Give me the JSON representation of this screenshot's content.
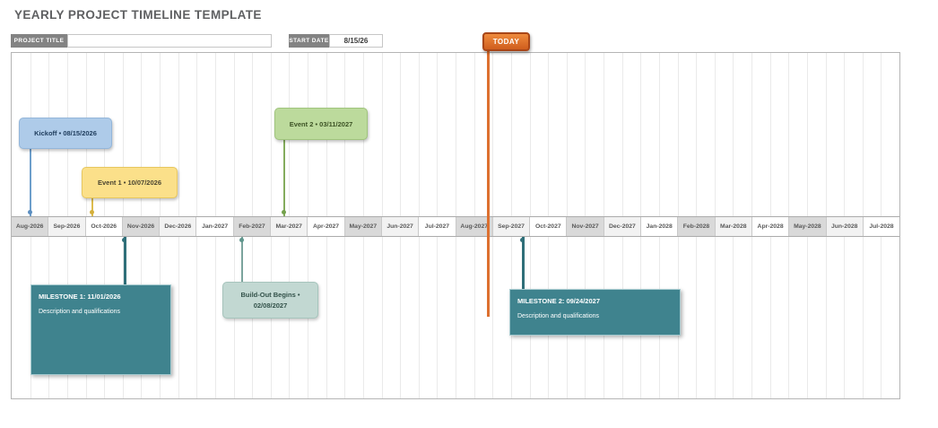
{
  "page": {
    "title": "YEARLY PROJECT TIMELINE TEMPLATE"
  },
  "form": {
    "project_title_label": "PROJECT TITLE",
    "project_title_value": "",
    "start_date_label": "START DATE",
    "start_date_value": "8/15/26"
  },
  "today": {
    "label": "TODAY",
    "badge_color": "#D86423",
    "line_color": "#DD7030"
  },
  "chart_data": {
    "type": "timeline",
    "title": "Yearly project timeline",
    "axis_months": [
      "Aug-2026",
      "Sep-2026",
      "Oct-2026",
      "Nov-2026",
      "Dec-2026",
      "Jan-2027",
      "Feb-2027",
      "Mar-2027",
      "Apr-2027",
      "May-2027",
      "Jun-2027",
      "Jul-2027",
      "Aug-2027",
      "Sep-2027",
      "Oct-2027",
      "Nov-2027",
      "Dec-2027",
      "Jan-2028",
      "Feb-2028",
      "Mar-2028",
      "Apr-2028",
      "May-2028",
      "Jun-2028",
      "Jul-2028"
    ],
    "axis_range": [
      "Aug-2026",
      "Jul-2028"
    ],
    "grid": "vertical half-month lines",
    "today_marker_month": "Aug-2027",
    "events_above_axis": [
      {
        "label": "Kickoff • 08/15/2026",
        "name": "Kickoff",
        "date": "08/15/2026",
        "fill": "#AECBE9",
        "accent": "#6D9ECB"
      },
      {
        "label": "Event 1 • 10/07/2026",
        "name": "Event 1",
        "date": "10/07/2026",
        "fill": "#FBE08A",
        "accent": "#DDBC4E"
      },
      {
        "label": "Event 2 • 03/11/2027",
        "name": "Event 2",
        "date": "03/11/2027",
        "fill": "#BCDA9C",
        "accent": "#84AC5D"
      }
    ],
    "milestones_below_axis": [
      {
        "title": "MILESTONE 1: 11/01/2026",
        "description": "Description and qualifications",
        "date": "11/01/2026",
        "fill": "#3F838E",
        "accent": "#2F6F79"
      },
      {
        "title": "Build-Out Begins •",
        "title_line2": "02/08/2027",
        "date": "02/08/2027",
        "fill": "#C2D8D2",
        "accent": "#7BA49D"
      },
      {
        "title": "MILESTONE 2: 09/24/2027",
        "description": "Description and qualifications",
        "date": "09/24/2027",
        "fill": "#3F838E",
        "accent": "#2F6F79"
      }
    ]
  }
}
